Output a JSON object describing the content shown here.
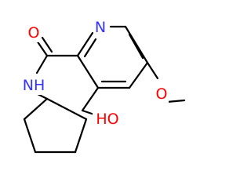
{
  "molecule": {
    "atoms": {
      "n": {
        "label": "N",
        "color": "#3333ff"
      },
      "o_carbonyl": {
        "label": "O",
        "color": "#ff0000"
      },
      "nh": {
        "label": "NH",
        "color": "#3333ff"
      },
      "oh": {
        "label": "HO",
        "color": "#ff0000"
      },
      "o_methoxy": {
        "label": "O",
        "color": "#ff0000"
      }
    },
    "bond_color": "#000000"
  }
}
